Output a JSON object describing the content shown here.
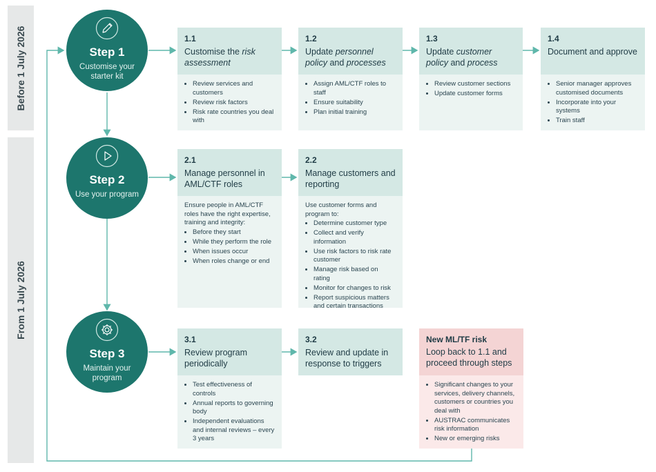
{
  "sidebars": {
    "before": "Before 1 July 2026",
    "from": "From 1 July 2026"
  },
  "steps": [
    {
      "title": "Step 1",
      "subtitle": "Customise your starter kit",
      "icon": "pencil-icon"
    },
    {
      "title": "Step 2",
      "subtitle": "Use your program",
      "icon": "play-icon"
    },
    {
      "title": "Step 3",
      "subtitle": "Maintain your program",
      "icon": "gear-icon"
    }
  ],
  "boxes": {
    "b11": {
      "num": "1.1",
      "title_plain": "Customise the ",
      "title_em": "risk assessment",
      "items": [
        "Review services and customers",
        "Review risk factors",
        "Risk rate countries you deal with"
      ]
    },
    "b12": {
      "num": "1.2",
      "title_plain": "Update ",
      "title_em": "personnel policy",
      "title_mid": " and ",
      "title_em2": "processes",
      "items": [
        "Assign AML/CTF roles to staff",
        "Ensure suitability",
        "Plan initial training"
      ]
    },
    "b13": {
      "num": "1.3",
      "title_plain": "Update ",
      "title_em": "customer policy",
      "title_mid": " and ",
      "title_em2": "process",
      "items": [
        "Review customer sections",
        "Update customer forms"
      ]
    },
    "b14": {
      "num": "1.4",
      "title": "Document and approve",
      "items": [
        "Senior manager approves customised documents",
        "Incorporate into your systems",
        "Train staff"
      ]
    },
    "b21": {
      "num": "2.1",
      "title": "Manage personnel in AML/CTF roles",
      "intro": "Ensure people in AML/CTF roles have the right expertise, training and integrity:",
      "items": [
        "Before they start",
        "While they perform the role",
        "When issues occur",
        "When roles change or end"
      ]
    },
    "b22": {
      "num": "2.2",
      "title": "Manage customers and reporting",
      "intro": "Use customer forms and program to:",
      "items": [
        "Determine customer type",
        "Collect and verify information",
        "Use risk factors to risk rate customer",
        "Manage risk based on rating",
        "Monitor for changes to risk",
        "Report suspicious matters and certain transactions"
      ]
    },
    "b31": {
      "num": "3.1",
      "title": "Review program periodically",
      "items": [
        "Test effectiveness of controls",
        "Annual reports to governing body",
        "Independent evaluations and internal reviews – every 3 years"
      ]
    },
    "b32": {
      "num": "3.2",
      "title": "Review and update in response to triggers",
      "items": []
    },
    "risk": {
      "num": "New ML/TF risk",
      "title": "Loop back to 1.1 and proceed through steps",
      "items": [
        "Significant changes to your services, delivery channels, customers or countries you deal with",
        "AUSTRAC communicates risk information",
        "New or emerging risks"
      ]
    }
  },
  "colors": {
    "teal": "#1d766d",
    "box_head": "#d4e8e4",
    "box_body": "#ecf4f2",
    "risk_head": "#f4d4d4",
    "risk_body": "#fbe9e9",
    "connector": "#5fb7ab"
  }
}
